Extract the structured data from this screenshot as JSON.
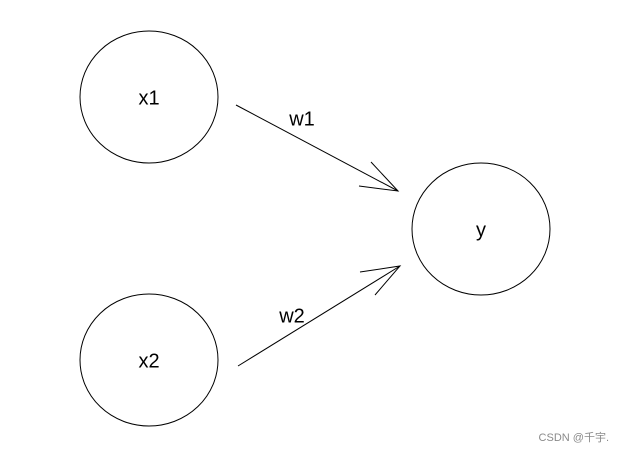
{
  "nodes": {
    "x1": {
      "label": "x1"
    },
    "x2": {
      "label": "x2"
    },
    "y": {
      "label": "y"
    }
  },
  "edges": {
    "w1": {
      "label": "w1"
    },
    "w2": {
      "label": "w2"
    }
  },
  "watermark": "CSDN @千宇."
}
